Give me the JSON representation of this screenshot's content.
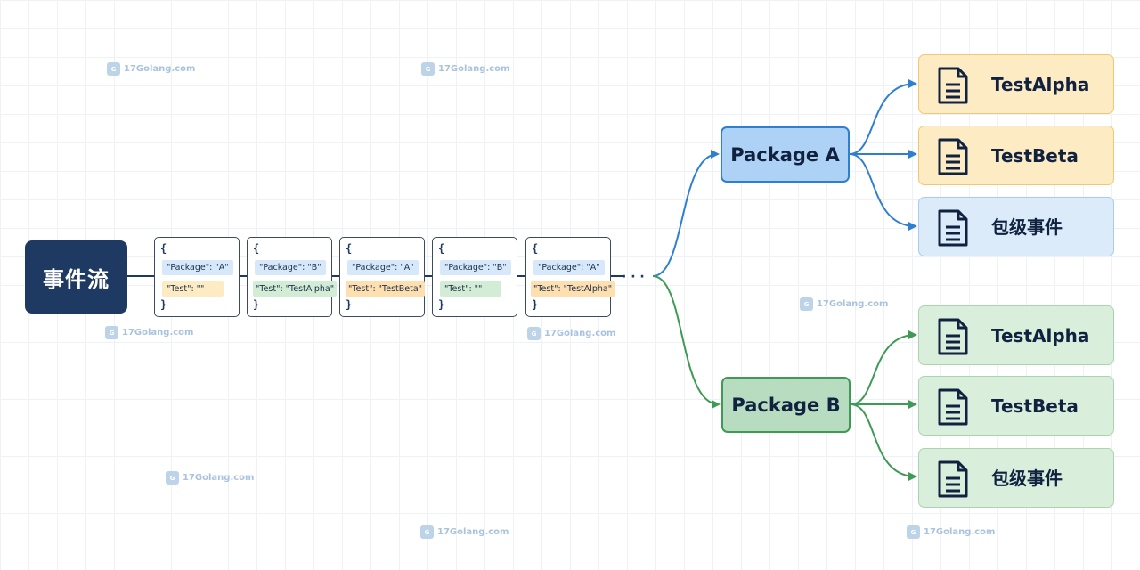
{
  "source": {
    "label": "事件流"
  },
  "events": [
    {
      "open": "{",
      "package": "\"Package\":  \"A\"",
      "test": "\"Test\":  \"\"",
      "close": "}",
      "package_bg": "#d7e8fa",
      "test_bg": "#fdebc4"
    },
    {
      "open": "{",
      "package": "\"Package\":  \"B\"",
      "test": "\"Test\": \"TestAlpha\"",
      "close": "}",
      "package_bg": "#d7e8fa",
      "test_bg": "#d3ecd6"
    },
    {
      "open": "{",
      "package": "\"Package\":  \"A\"",
      "test": "\"Test\": \"TestBeta\"",
      "close": "}",
      "package_bg": "#d7e8fa",
      "test_bg": "#fddfb0"
    },
    {
      "open": "{",
      "package": "\"Package\":  \"B\"",
      "test": "\"Test\":  \"\"",
      "close": "}",
      "package_bg": "#d7e8fa",
      "test_bg": "#d3ecd6"
    },
    {
      "open": "{",
      "package": "\"Package\":  \"A\"",
      "test": "\"Test\":  \"TestAlpha\"",
      "close": "}",
      "package_bg": "#d7e8fa",
      "test_bg": "#fddfb0"
    }
  ],
  "ellipsis": "· · ·",
  "package_a": {
    "label": "Package A",
    "targets": [
      {
        "label": "TestAlpha",
        "style": "yellow"
      },
      {
        "label": "TestBeta",
        "style": "yellow"
      },
      {
        "label": "包级事件",
        "style": "lightblue"
      }
    ]
  },
  "package_b": {
    "label": "Package B",
    "targets": [
      {
        "label": "TestAlpha",
        "style": "green"
      },
      {
        "label": "TestBeta",
        "style": "green"
      },
      {
        "label": "包级事件",
        "style": "green"
      }
    ]
  },
  "colors": {
    "flow_line": "#1e3a63",
    "branch_a": "#2f7fd0",
    "branch_b": "#3f9a55",
    "doc_icon": "#10223f"
  },
  "watermark": {
    "text": "17Golang.com",
    "icon": "logo-icon"
  }
}
